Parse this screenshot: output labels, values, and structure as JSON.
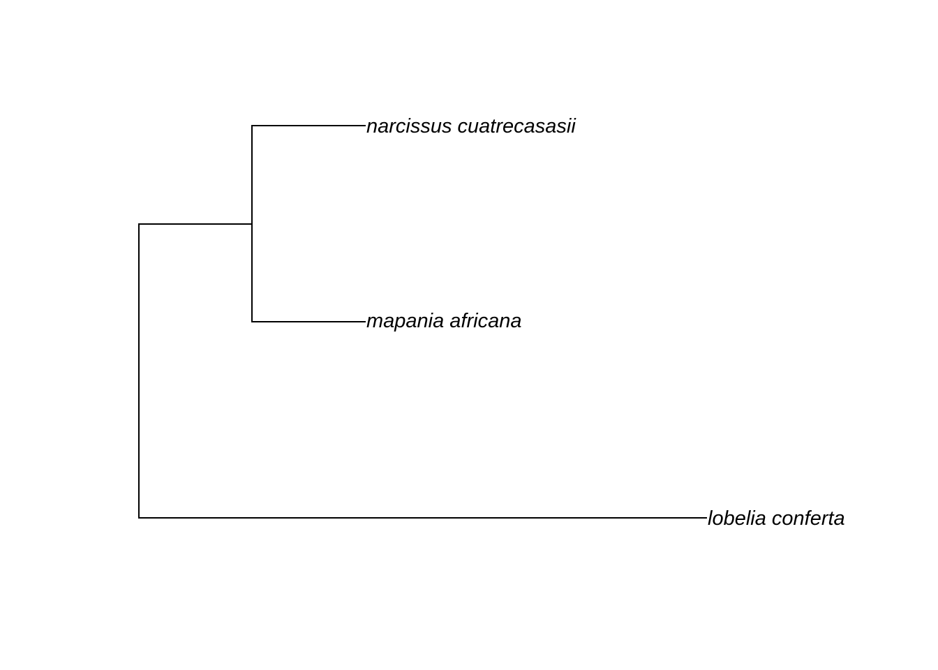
{
  "tree": {
    "layout": "rectangular",
    "orientation": "left-to-right",
    "line_color": "#000000",
    "label_style": "italic",
    "tips": [
      {
        "id": "tip-narcissus",
        "label": "narcissus cuatrecasasii"
      },
      {
        "id": "tip-mapania",
        "label": "mapania africana"
      },
      {
        "id": "tip-lobelia",
        "label": "lobelia conferta"
      }
    ],
    "clades": [
      {
        "id": "clade-root",
        "children": [
          "clade-inner",
          "tip-lobelia"
        ]
      },
      {
        "id": "clade-inner",
        "children": [
          "tip-narcissus",
          "tip-mapania"
        ]
      }
    ]
  }
}
